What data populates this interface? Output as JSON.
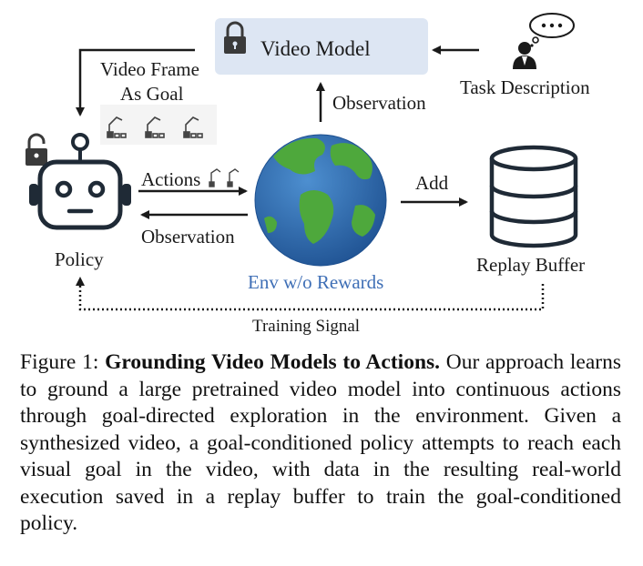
{
  "diagram": {
    "video_model_label": "Video Model",
    "task_description_label": "Task Description",
    "video_frame_goal_line1": "Video Frame",
    "video_frame_goal_line2": "As Goal",
    "observation_up_label": "Observation",
    "actions_label": "Actions",
    "observation_left_label": "Observation",
    "add_label": "Add",
    "policy_label": "Policy",
    "env_label": "Env w/o Rewards",
    "replay_buffer_label": "Replay Buffer",
    "training_signal_label": "Training Signal",
    "colors": {
      "video_model_box": "#dde6f3",
      "env_label_text": "#3f6fb6",
      "ocean": "#2c6db0",
      "land": "#4ea83c",
      "dark": "#1f2a36"
    },
    "icons": [
      "lock-icon",
      "unlock-icon",
      "person-thought-icon",
      "robot-arm-icon",
      "robot-head-icon",
      "globe-icon",
      "database-icon"
    ]
  },
  "caption": {
    "prefix": "Figure 1: ",
    "title": "Grounding Video Models to Actions.",
    "body": " Our approach learns to ground a large pretrained video model into continuous actions through goal-directed exploration in the environment. Given a synthesized video, a goal-conditioned policy attempts to reach each visual goal in the video, with data in the resulting real-world execution saved in a replay buffer to train the goal-conditioned policy."
  }
}
